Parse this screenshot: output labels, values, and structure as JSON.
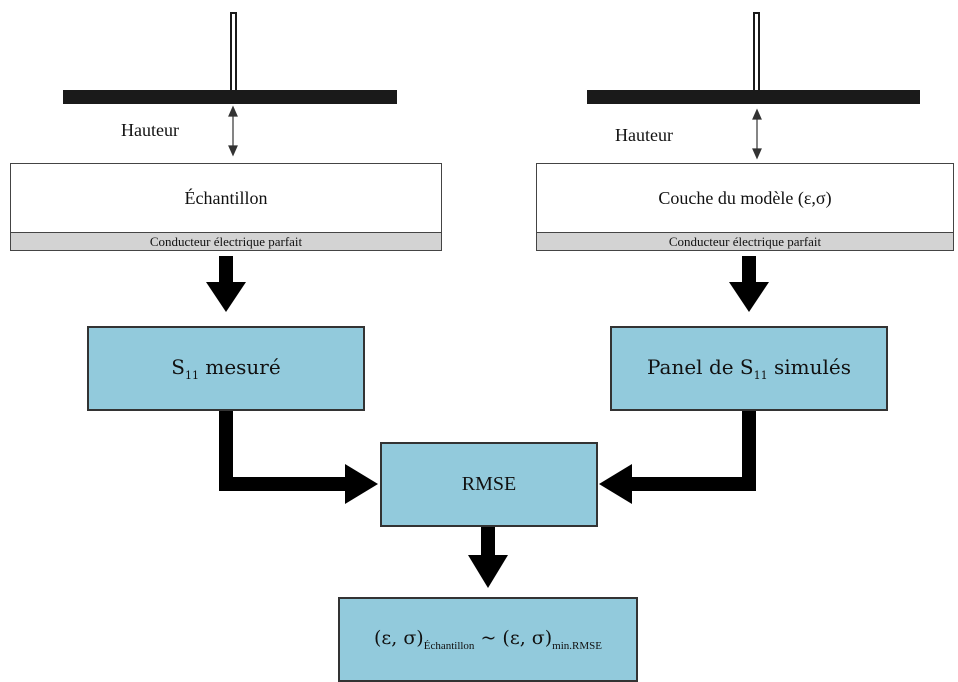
{
  "left": {
    "height_label": "Hauteur",
    "sample_label": "Échantillon",
    "pec_label": "Conducteur électrique parfait",
    "result": {
      "main": "S",
      "sub": "11",
      "rest": " mesuré"
    }
  },
  "right": {
    "height_label": "Hauteur",
    "sample_label": "Couche du modèle (ε,σ)",
    "pec_label": "Conducteur électrique parfait",
    "result": {
      "main": "Panel de S",
      "sub": "11",
      "rest": " simulés"
    }
  },
  "rmse": {
    "label": "RMSE"
  },
  "final": {
    "part1": "(ε, σ)",
    "sub1": "Échantillon",
    "mid": " ~ (ε, σ)",
    "sub2": "min.RMSE"
  },
  "colors": {
    "box_fill": "#92cadc",
    "pec_fill": "#d3d3d3",
    "arrow": "#000000"
  }
}
